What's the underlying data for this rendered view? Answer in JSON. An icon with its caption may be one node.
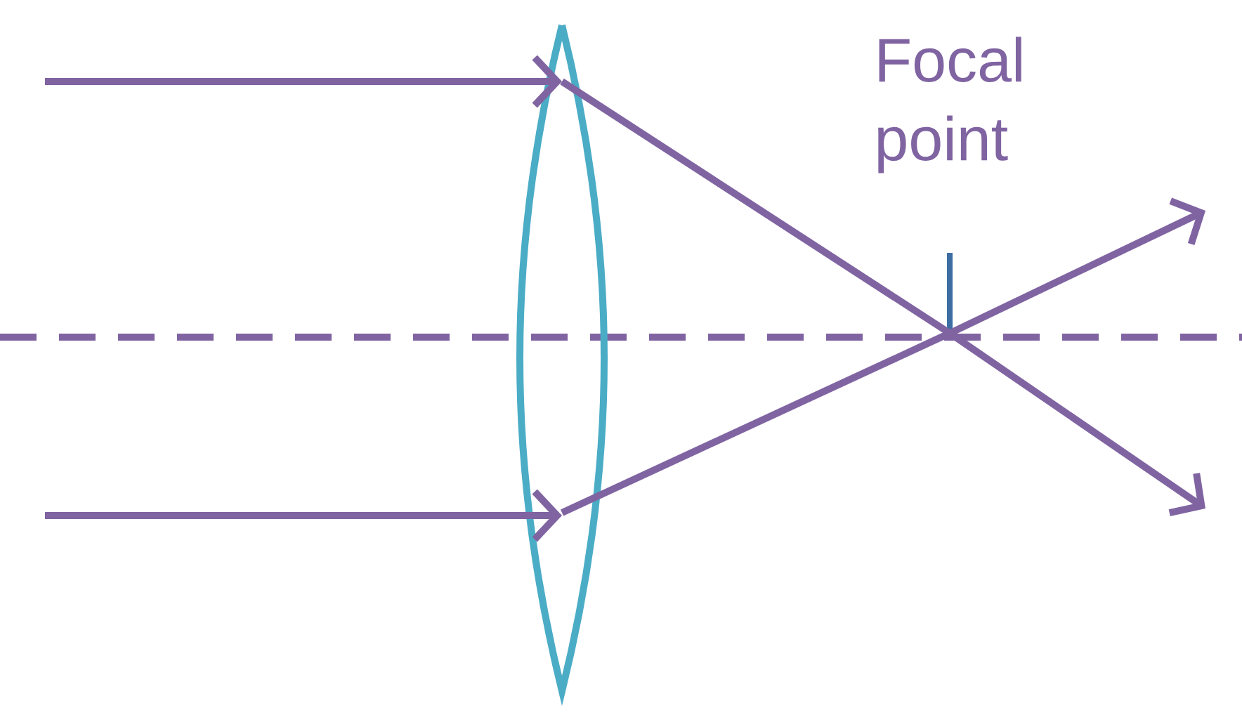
{
  "diagram": {
    "nodes": [
      {
        "text": [],
        "shape": "lens"
      },
      {
        "text": [],
        "shape": "tick"
      }
    ],
    "edges": [
      {
        "from": null,
        "to": 0,
        "arrow": "to"
      },
      {
        "from": null,
        "to": 0,
        "arrow": "to"
      },
      {
        "from": 0,
        "to": 1,
        "arrow": "none"
      },
      {
        "from": 0,
        "to": 1,
        "arrow": "none"
      },
      {
        "from": 1,
        "to": null,
        "arrow": "to"
      },
      {
        "from": 1,
        "to": null,
        "arrow": "to"
      }
    ],
    "labels": [
      "Focal point"
    ]
  }
}
